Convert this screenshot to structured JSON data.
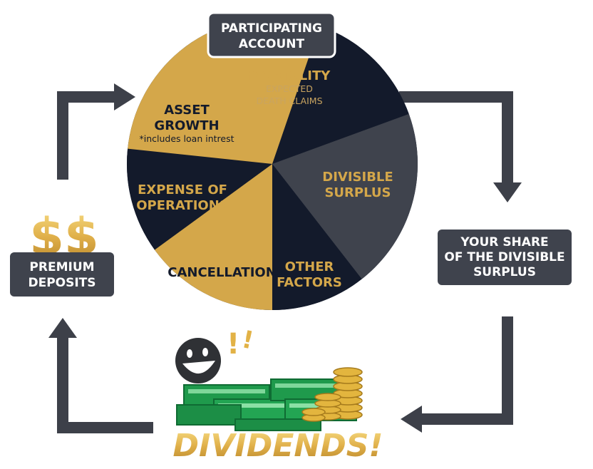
{
  "participating_account": {
    "line1": "PARTICIPATING",
    "line2": "ACCOUNT"
  },
  "pie": {
    "slices": [
      {
        "id": "mortality",
        "title1": "MORTALITY",
        "title2": "",
        "sub1": "EXPECTED",
        "sub2": "DEATH CLAIMS"
      },
      {
        "id": "divisible-surplus",
        "title1": "DIVISIBLE",
        "title2": "SURPLUS",
        "sub1": "",
        "sub2": ""
      },
      {
        "id": "other-factors",
        "title1": "OTHER",
        "title2": "FACTORS",
        "sub1": "",
        "sub2": ""
      },
      {
        "id": "cancellations",
        "title1": "CANCELLATIONS",
        "title2": "",
        "sub1": "",
        "sub2": ""
      },
      {
        "id": "expense-of-operations",
        "title1": "EXPENSE OF",
        "title2": "OPERATIONS",
        "sub1": "",
        "sub2": ""
      },
      {
        "id": "asset-growth",
        "title1": "ASSET",
        "title2": "GROWTH",
        "sub1": "*includes loan intrest",
        "sub2": ""
      }
    ]
  },
  "your_share": {
    "line1": "YOUR SHARE",
    "line2": "OF THE DIVISIBLE",
    "line3": "SURPLUS"
  },
  "premium": {
    "symbol": "$$",
    "line1": "PREMIUM",
    "line2": "DEPOSITS"
  },
  "dividends": {
    "label": "DIVIDENDS!",
    "exclaim": "!"
  },
  "colors": {
    "navy": "#131a2b",
    "gold": "#d4a74a",
    "slate": "#3f434d",
    "arrow": "#3d4049",
    "cash": "#1f9a4c"
  }
}
